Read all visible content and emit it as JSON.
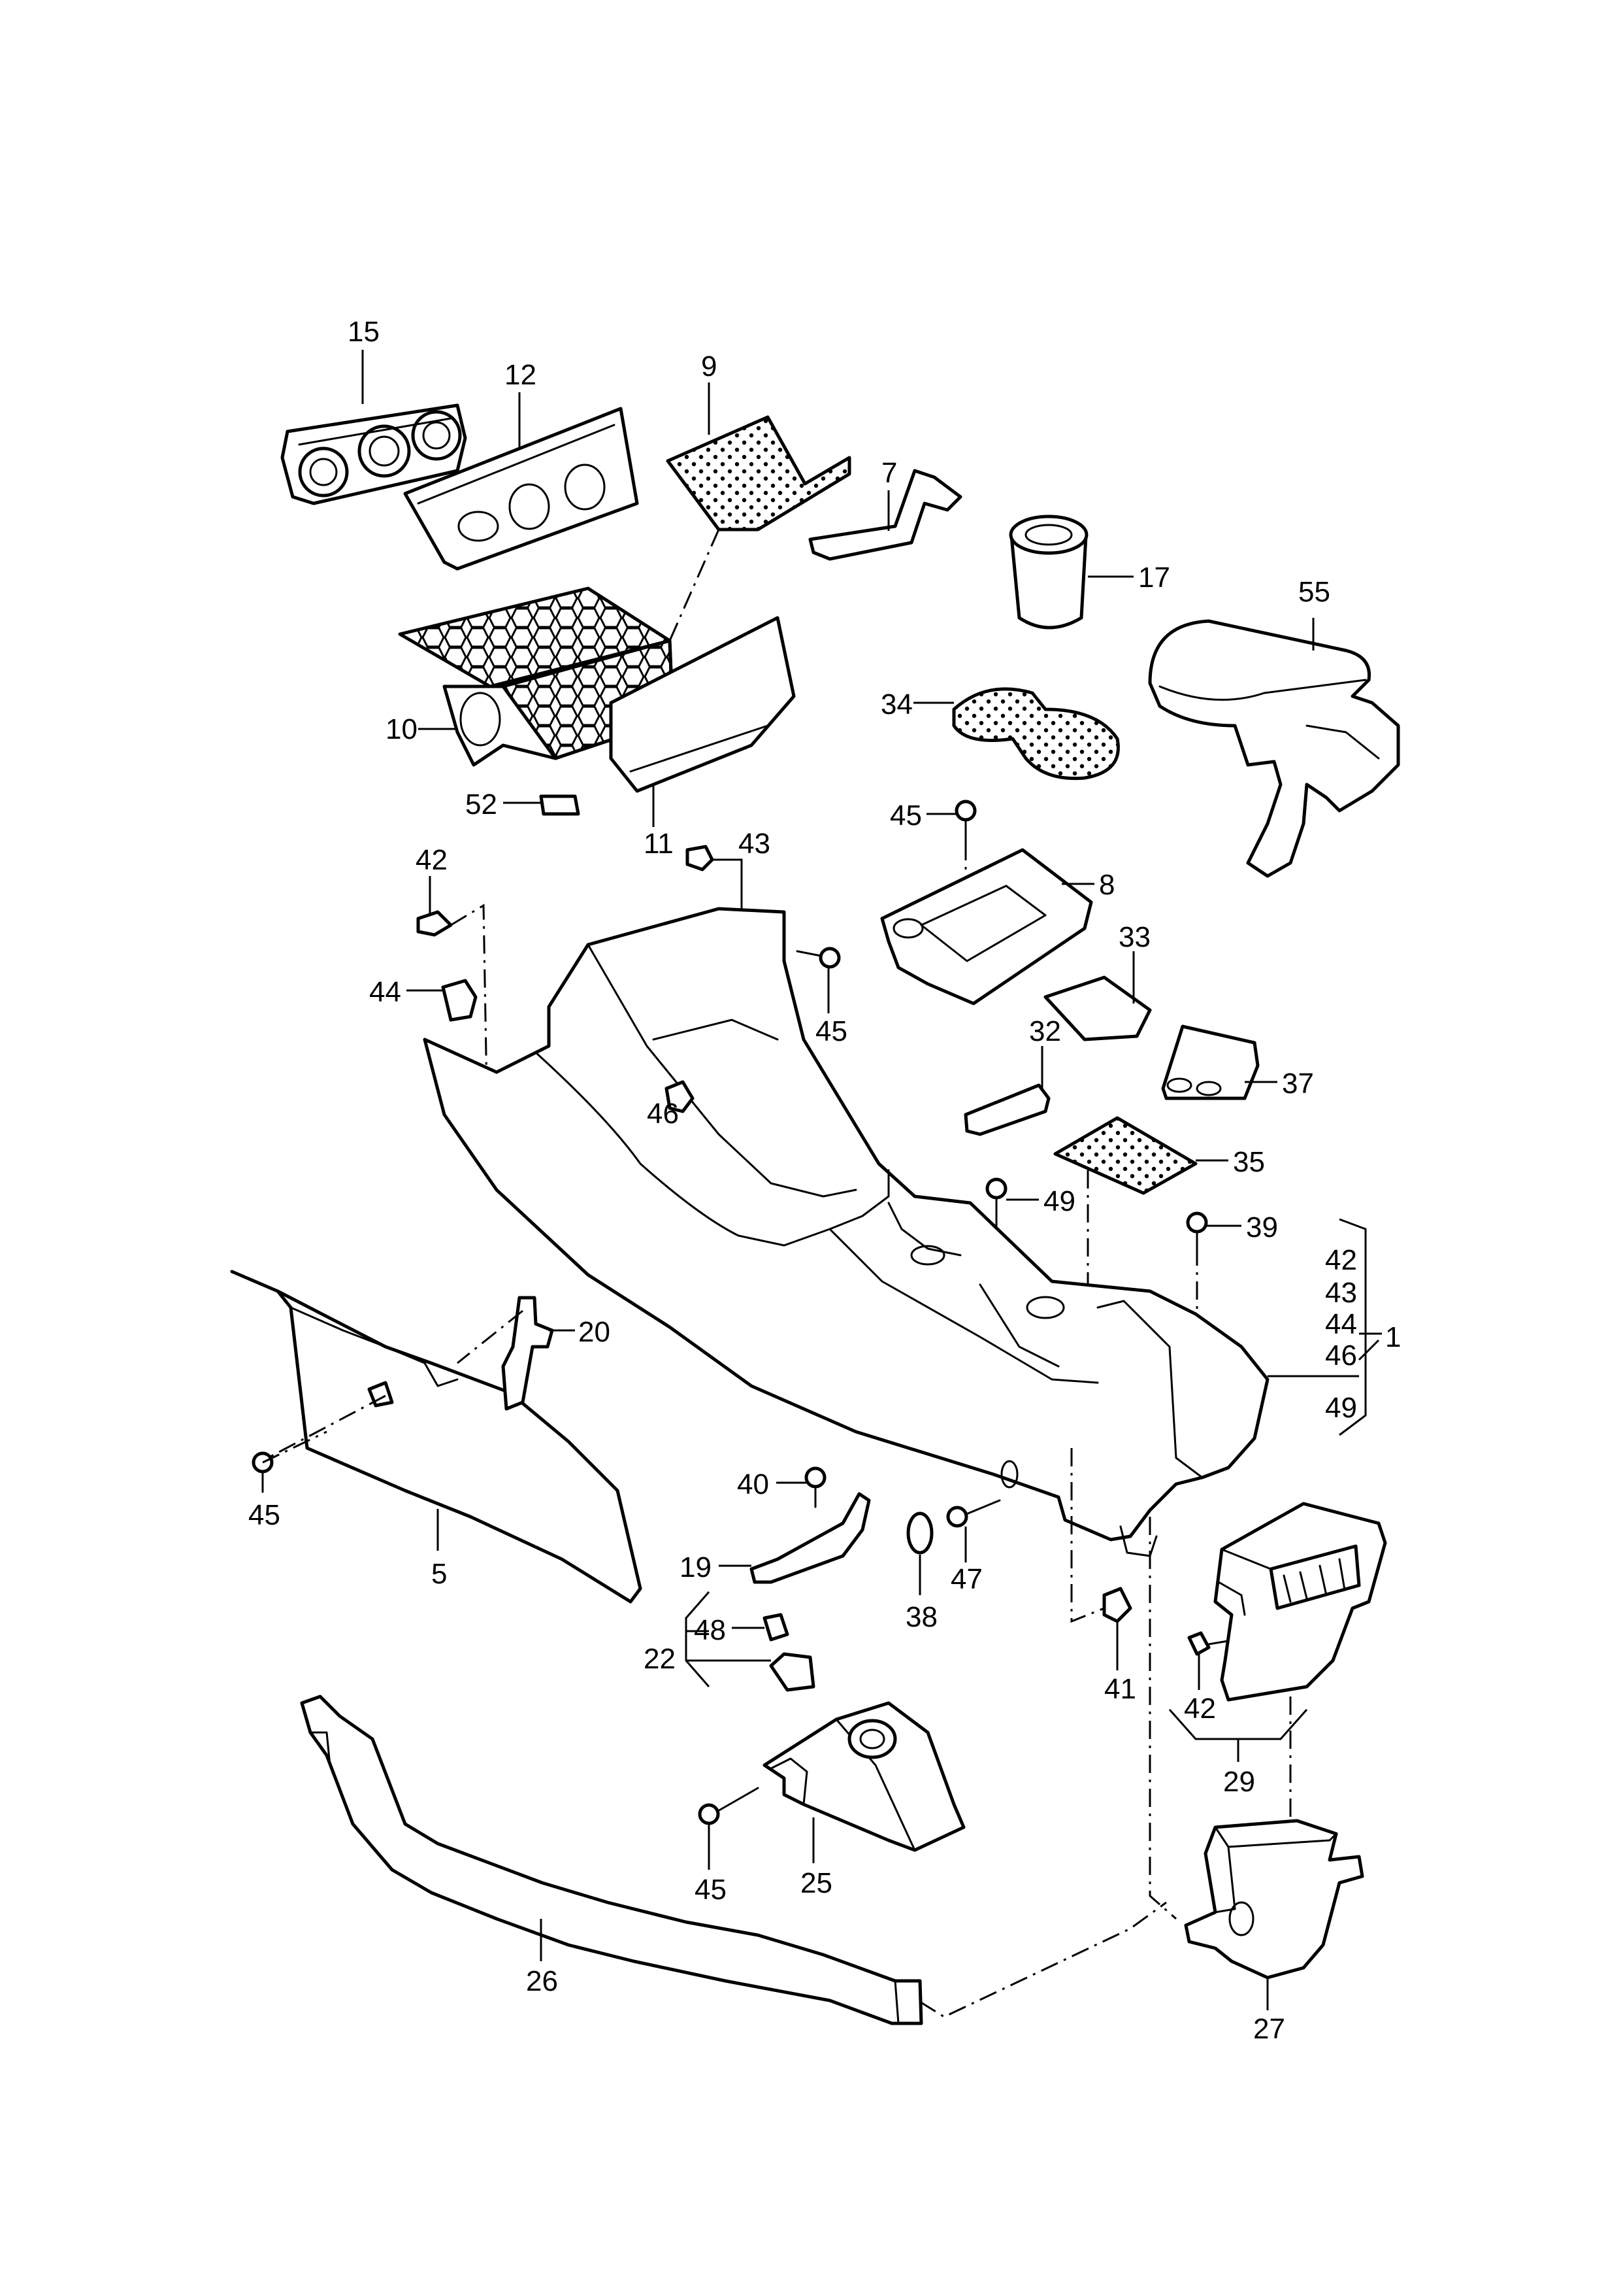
{
  "callouts": {
    "c15": "15",
    "c12": "12",
    "c9": "9",
    "c7": "7",
    "c17": "17",
    "c55": "55",
    "c34": "34",
    "c10": "10",
    "c52": "52",
    "c11": "11",
    "c43": "43",
    "c45a": "45",
    "c8": "8",
    "c42a": "42",
    "c44a": "44",
    "c45b": "45",
    "c33": "33",
    "c32": "32",
    "c37": "37",
    "c46a": "46",
    "c35": "35",
    "c49a": "49",
    "c39": "39",
    "c42b": "42",
    "c43b": "43",
    "c44b": "44",
    "c46b": "46",
    "c49b": "49",
    "c1": "1",
    "c20": "20",
    "c45c": "45",
    "c5": "5",
    "c40": "40",
    "c19": "19",
    "c47": "47",
    "c38": "38",
    "c41": "41",
    "c22": "22",
    "c48": "48",
    "c42c": "42",
    "c29": "29",
    "c45d": "45",
    "c25": "25",
    "c26": "26",
    "c27": "27"
  }
}
